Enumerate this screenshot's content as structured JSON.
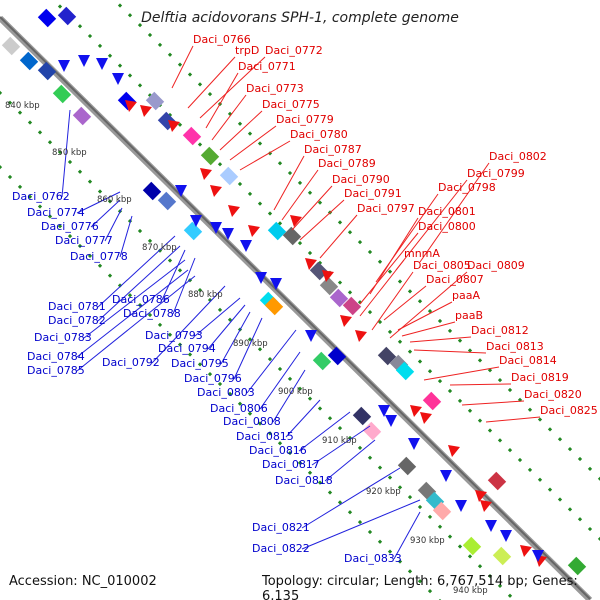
{
  "title": "Delftia acidovorans SPH-1, complete genome",
  "accession": "Accession: NC_010002",
  "topology": "Topology: circular; Length: 6,767,514 bp; Genes: 6,135",
  "kbp_labels": [
    "840 kbp",
    "850 kbp",
    "860 kbp",
    "870 kbp",
    "880 kbp",
    "890 kbp",
    "900 kbp",
    "910 kbp",
    "920 kbp",
    "930 kbp",
    "940 kbp"
  ],
  "red_labels": [
    "Daci_0766",
    "trpD",
    "Daci_0772",
    "Daci_0771",
    "Daci_0773",
    "Daci_0775",
    "Daci_0779",
    "Daci_0780",
    "Daci_0787",
    "Daci_0789",
    "Daci_0790",
    "Daci_0791",
    "Daci_0797",
    "Daci_0802",
    "Daci_0799",
    "Daci_0798",
    "Daci_0801",
    "Daci_0800",
    "mnmA",
    "Daci_0805",
    "Daci_0809",
    "Daci_0807",
    "paaA",
    "paaB",
    "Daci_0812",
    "Daci_0813",
    "Daci_0814",
    "Daci_0819",
    "Daci_0820",
    "Daci_0825"
  ],
  "blue_labels": [
    "Daci_0762",
    "Daci_0774",
    "Daci_0776",
    "Daci_0777",
    "Daci_0778",
    "Daci_0781",
    "Daci_0786",
    "Daci_0782",
    "Daci_0788",
    "Daci_0783",
    "Daci_0793",
    "Daci_0784",
    "Daci_0794",
    "Daci_0785",
    "Daci_0792",
    "Daci_0795",
    "Daci_0796",
    "Daci_0803",
    "Daci_0806",
    "Daci_0808",
    "Daci_0815",
    "Daci_0816",
    "Daci_0817",
    "Daci_0818",
    "Daci_0821",
    "Daci_0822",
    "Daci_0833"
  ]
}
